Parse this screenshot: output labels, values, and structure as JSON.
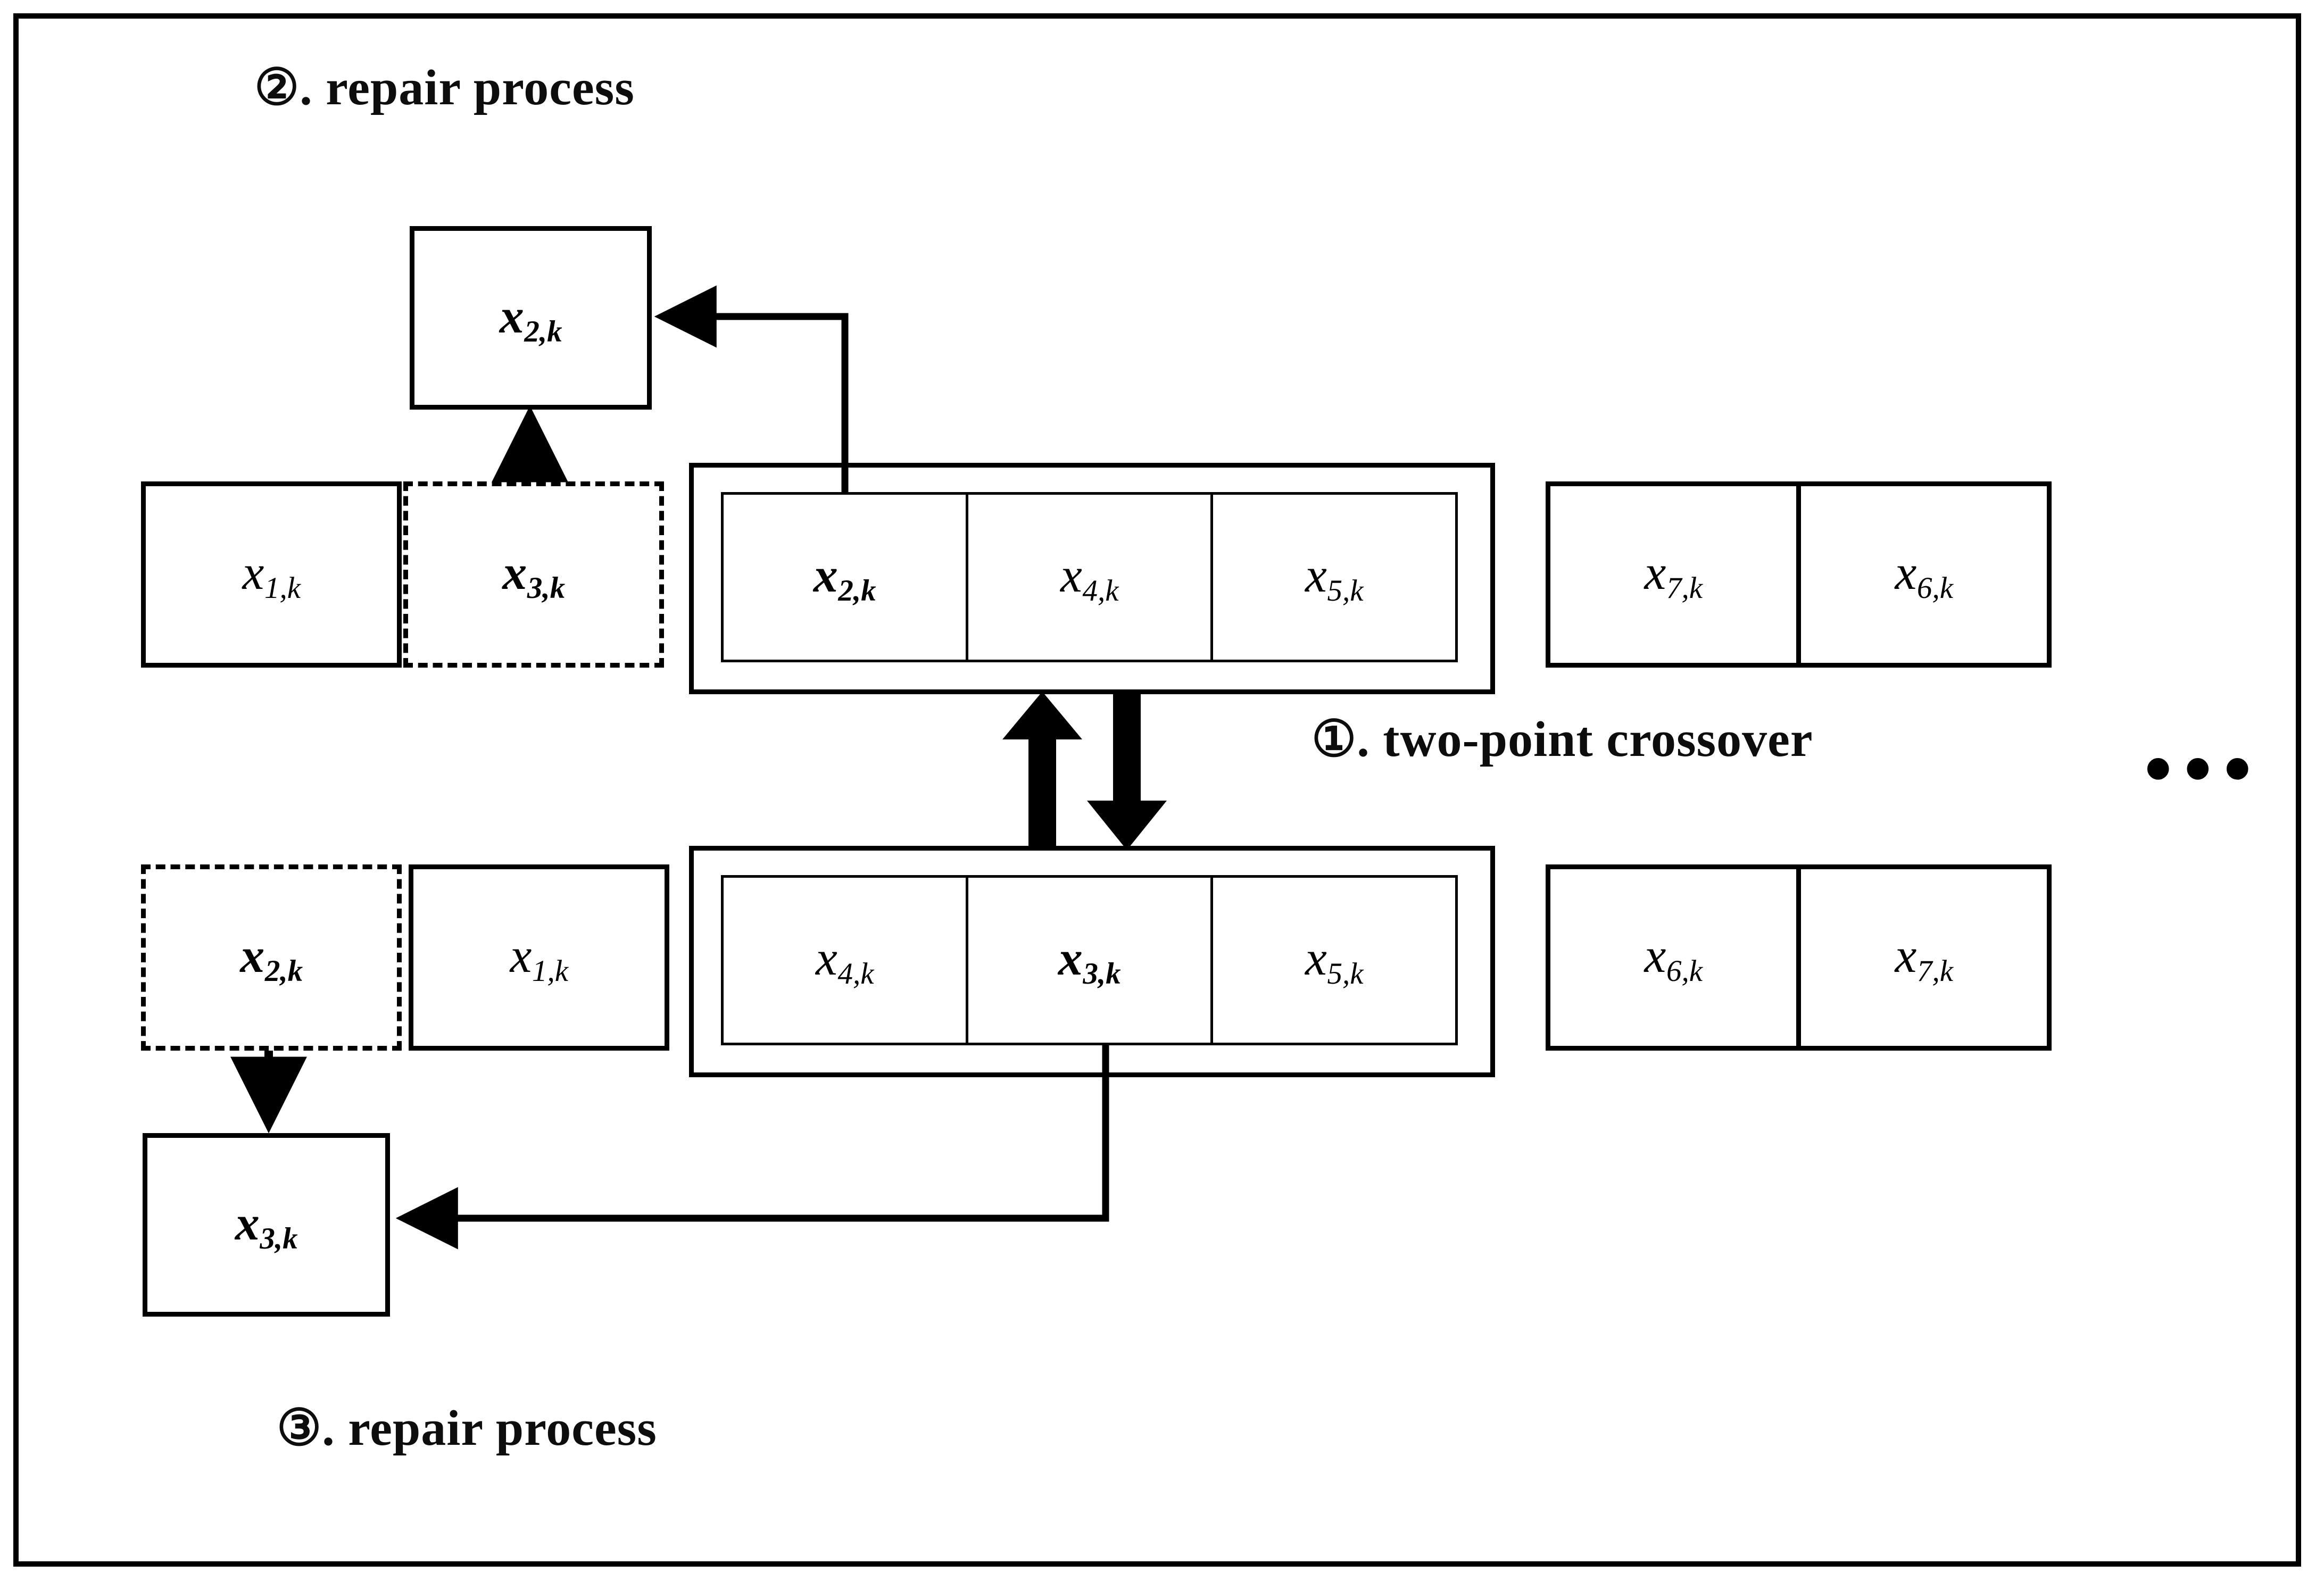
{
  "figure": {
    "title_absent": true,
    "background": "#ffffff",
    "stroke": "#000000"
  },
  "labels": {
    "step2": "②. repair  process",
    "step1": "①. two-point crossover",
    "step3": "③. repair  process",
    "ellipsis": "..."
  },
  "repair_boxes": {
    "top": {
      "base": "x",
      "sub": "2,k",
      "style": "solid-bold"
    },
    "bottom": {
      "base": "x",
      "sub": "3,k",
      "style": "solid-bold"
    }
  },
  "parent1": {
    "left_genes": [
      {
        "base": "x",
        "sub": "1,k",
        "border": "solid",
        "bold": false
      },
      {
        "base": "x",
        "sub": "3,k",
        "border": "dashed",
        "bold": true
      }
    ],
    "crossover_genes": [
      {
        "base": "x",
        "sub": "2,k",
        "border": "solid",
        "bold": true
      },
      {
        "base": "x",
        "sub": "4,k",
        "border": "solid",
        "bold": false
      },
      {
        "base": "x",
        "sub": "5,k",
        "border": "solid",
        "bold": false
      }
    ],
    "right_genes": [
      {
        "base": "x",
        "sub": "7,k",
        "border": "solid",
        "bold": false
      },
      {
        "base": "x",
        "sub": "6,k",
        "border": "solid",
        "bold": false
      }
    ]
  },
  "parent2": {
    "left_genes": [
      {
        "base": "x",
        "sub": "2,k",
        "border": "dashed",
        "bold": true
      },
      {
        "base": "x",
        "sub": "1,k",
        "border": "solid",
        "bold": false
      }
    ],
    "crossover_genes": [
      {
        "base": "x",
        "sub": "4,k",
        "border": "solid",
        "bold": false
      },
      {
        "base": "x",
        "sub": "3,k",
        "border": "solid",
        "bold": true
      },
      {
        "base": "x",
        "sub": "5,k",
        "border": "solid",
        "bold": false
      }
    ],
    "right_genes": [
      {
        "base": "x",
        "sub": "6,k",
        "border": "solid",
        "bold": false
      },
      {
        "base": "x",
        "sub": "7,k",
        "border": "solid",
        "bold": false
      }
    ]
  },
  "arrows": {
    "swap_up": "thick-block-arrow-up",
    "swap_down": "thick-block-arrow-down",
    "repair_up": "thin-arrow-up",
    "repair_down": "thin-arrow-down",
    "feed_top": "elbow-arrow-left",
    "feed_bottom": "elbow-arrow-left"
  }
}
